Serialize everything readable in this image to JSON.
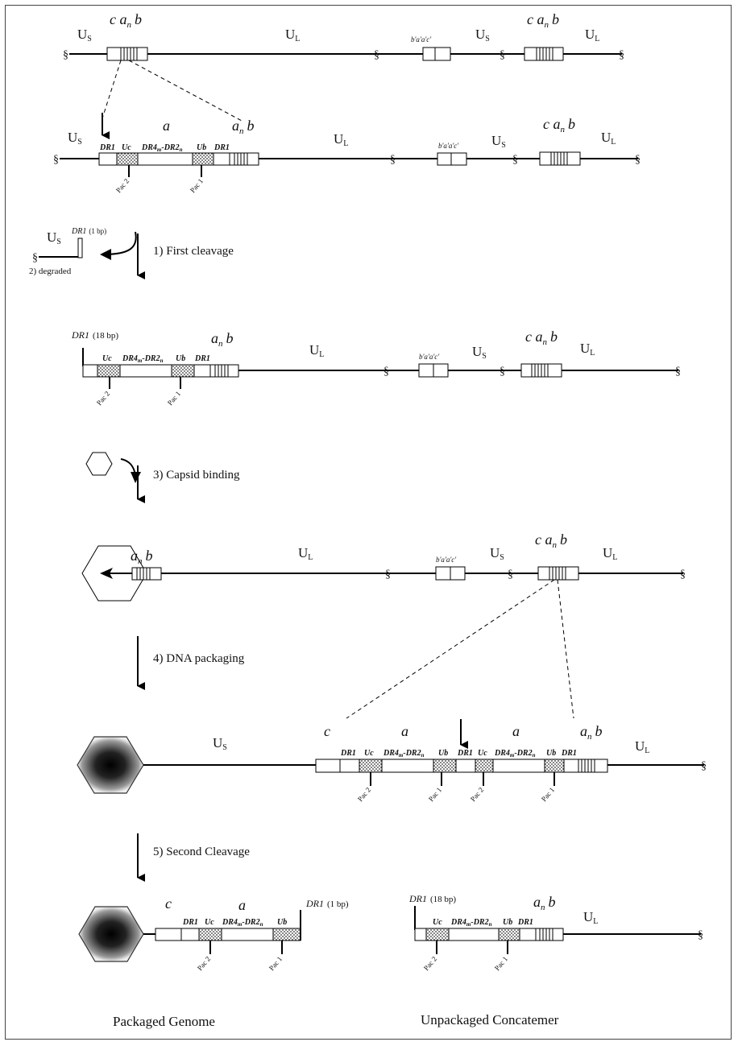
{
  "labels": {
    "us": "U",
    "us_sub": "S",
    "ul": "U",
    "ul_sub": "L",
    "c_a_b": "c a",
    "an_b": "a",
    "n_sub": "n",
    "b": "b",
    "a": "a",
    "c": "c",
    "bac": "b'a'a'c'",
    "dr1": "DR1",
    "uc": "Uc",
    "ub": "Ub",
    "dr4_dr2": "DR4",
    "m_sub": "m",
    "dr2_part": "-DR2",
    "pac1": "Pac 1",
    "pac2": "Pac 2",
    "dr1_1bp": "DR1",
    "one_bp": "(1 bp)",
    "dr1_18bp": "DR1",
    "eighteen_bp": "(18 bp)",
    "degraded": "2) degraded"
  },
  "steps": {
    "s1": "1)  First cleavage",
    "s3": "3)  Capsid binding",
    "s4": "4)  DNA packaging",
    "s5": "5)  Second Cleavage"
  },
  "captions": {
    "packaged": "Packaged Genome",
    "unpackaged": "Unpackaged Concatemer"
  }
}
